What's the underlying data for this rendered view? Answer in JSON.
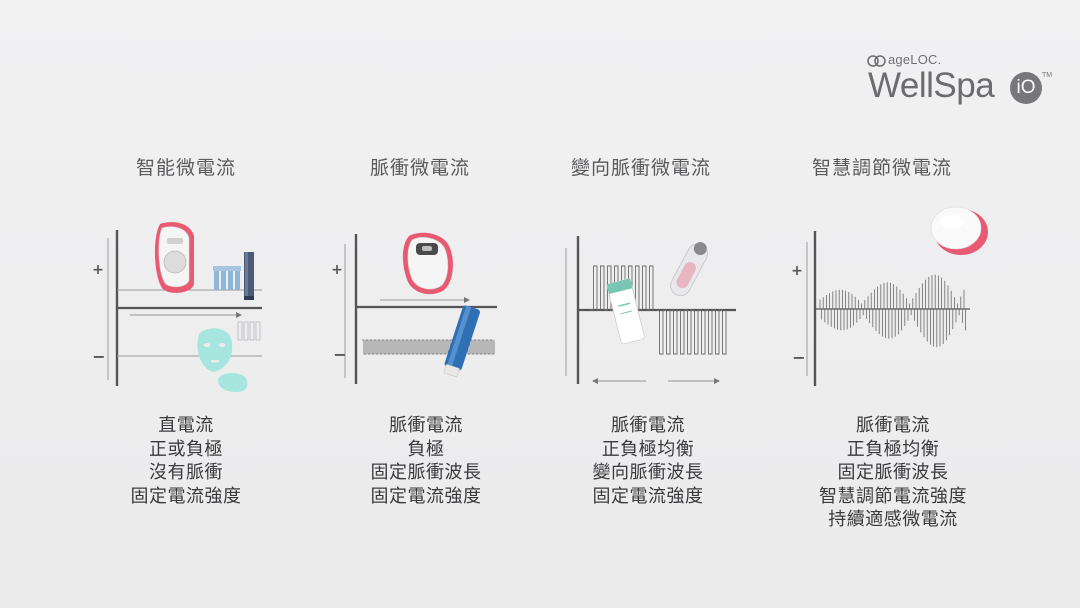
{
  "brand": {
    "small": "ageLOC.",
    "name": "WellSpa",
    "badge": "iO",
    "tm": "TM"
  },
  "axis": {
    "plus": "+",
    "minus": "−"
  },
  "columns": [
    {
      "title": "智能微電流",
      "desc": [
        "直電流",
        "正或負極",
        "沒有脈衝",
        "固定電流強度"
      ]
    },
    {
      "title": "脈衝微電流",
      "desc": [
        "脈衝電流",
        "負極",
        "固定脈衝波長",
        "固定電流強度"
      ]
    },
    {
      "title": "變向脈衝微電流",
      "desc": [
        "脈衝電流",
        "正負極均衡",
        "變向脈衝波長",
        "固定電流強度"
      ]
    },
    {
      "title": "智慧調節微電流",
      "desc": [
        "脈衝電流",
        "正負極均衡",
        "固定脈衝波長",
        "智慧調節電流強度",
        "持續適感微電流"
      ]
    }
  ],
  "colors": {
    "accent": "#e85a72",
    "axis": "#555555",
    "mask": "#a6e6df",
    "tube_blue": "#2f6fb5"
  }
}
